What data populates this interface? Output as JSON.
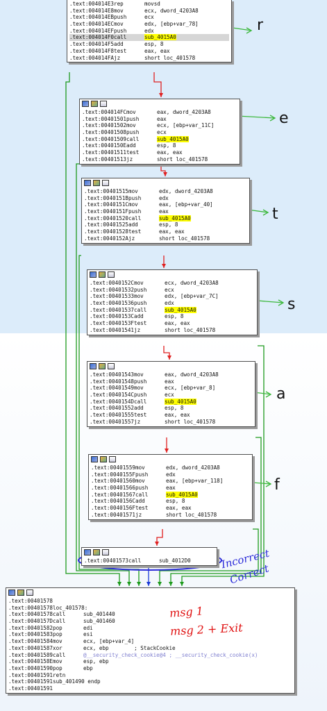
{
  "blocks": [
    {
      "id": "b0",
      "lines": [
        {
          "addr": ".text:004014E3",
          "op": "rep",
          "args": "movsd"
        },
        {
          "addr": ".text:004014E8",
          "op": "mov",
          "args": "ecx, dword_4203A8"
        },
        {
          "addr": ".text:004014EB",
          "op": "push",
          "args": "ecx"
        },
        {
          "addr": ".text:004014EC",
          "op": "mov",
          "args": "edx, [ebp+var_78]"
        },
        {
          "addr": ".text:004014EF",
          "op": "push",
          "args": "edx"
        },
        {
          "addr": ".text:004014F0",
          "op": "call",
          "args": "sub_4015A0"
        },
        {
          "addr": ".text:004014F5",
          "op": "add",
          "args": "esp, 8"
        },
        {
          "addr": ".text:004014F8",
          "op": "test",
          "args": "eax, eax"
        },
        {
          "addr": ".text:004014FA",
          "op": "jz",
          "args": "short loc_401578"
        }
      ],
      "highlight_line": 5,
      "letter": "r"
    },
    {
      "id": "b1",
      "lines": [
        {
          "addr": ".text:004014FC",
          "op": "mov",
          "args": "eax, dword_4203A8"
        },
        {
          "addr": ".text:00401501",
          "op": "push",
          "args": "eax"
        },
        {
          "addr": ".text:00401502",
          "op": "mov",
          "args": "ecx, [ebp+var_11C]"
        },
        {
          "addr": ".text:00401508",
          "op": "push",
          "args": "ecx"
        },
        {
          "addr": ".text:00401509",
          "op": "call",
          "args": "sub_4015A0"
        },
        {
          "addr": ".text:0040150E",
          "op": "add",
          "args": "esp, 8"
        },
        {
          "addr": ".text:00401511",
          "op": "test",
          "args": "eax, eax"
        },
        {
          "addr": ".text:00401513",
          "op": "jz",
          "args": "short loc_401578"
        }
      ],
      "letter": "e"
    },
    {
      "id": "b2",
      "lines": [
        {
          "addr": ".text:00401515",
          "op": "mov",
          "args": "edx, dword_4203A8"
        },
        {
          "addr": ".text:0040151B",
          "op": "push",
          "args": "edx"
        },
        {
          "addr": ".text:0040151C",
          "op": "mov",
          "args": "eax, [ebp+var_40]"
        },
        {
          "addr": ".text:0040151F",
          "op": "push",
          "args": "eax"
        },
        {
          "addr": ".text:00401520",
          "op": "call",
          "args": "sub_4015A0"
        },
        {
          "addr": ".text:00401525",
          "op": "add",
          "args": "esp, 8"
        },
        {
          "addr": ".text:00401528",
          "op": "test",
          "args": "eax, eax"
        },
        {
          "addr": ".text:0040152A",
          "op": "jz",
          "args": "short loc_401578"
        }
      ],
      "letter": "t"
    },
    {
      "id": "b3",
      "lines": [
        {
          "addr": ".text:0040152C",
          "op": "mov",
          "args": "ecx, dword_4203A8"
        },
        {
          "addr": ".text:00401532",
          "op": "push",
          "args": "ecx"
        },
        {
          "addr": ".text:00401533",
          "op": "mov",
          "args": "edx, [ebp+var_7C]"
        },
        {
          "addr": ".text:00401536",
          "op": "push",
          "args": "edx"
        },
        {
          "addr": ".text:00401537",
          "op": "call",
          "args": "sub_4015A0"
        },
        {
          "addr": ".text:0040153C",
          "op": "add",
          "args": "esp, 8"
        },
        {
          "addr": ".text:0040153F",
          "op": "test",
          "args": "eax, eax"
        },
        {
          "addr": ".text:00401541",
          "op": "jz",
          "args": "short loc_401578"
        }
      ],
      "letter": "s"
    },
    {
      "id": "b4",
      "lines": [
        {
          "addr": ".text:00401543",
          "op": "mov",
          "args": "eax, dword_4203A8"
        },
        {
          "addr": ".text:00401548",
          "op": "push",
          "args": "eax"
        },
        {
          "addr": ".text:00401549",
          "op": "mov",
          "args": "ecx, [ebp+var_8]"
        },
        {
          "addr": ".text:0040154C",
          "op": "push",
          "args": "ecx"
        },
        {
          "addr": ".text:0040154D",
          "op": "call",
          "args": "sub_4015A0"
        },
        {
          "addr": ".text:00401552",
          "op": "add",
          "args": "esp, 8"
        },
        {
          "addr": ".text:00401555",
          "op": "test",
          "args": "eax, eax"
        },
        {
          "addr": ".text:00401557",
          "op": "jz",
          "args": "short loc_401578"
        }
      ],
      "letter": "a"
    },
    {
      "id": "b5",
      "lines": [
        {
          "addr": ".text:00401559",
          "op": "mov",
          "args": "edx, dword_4203A8"
        },
        {
          "addr": ".text:0040155F",
          "op": "push",
          "args": "edx"
        },
        {
          "addr": ".text:00401560",
          "op": "mov",
          "args": "eax, [ebp+var_118]"
        },
        {
          "addr": ".text:00401566",
          "op": "push",
          "args": "eax"
        },
        {
          "addr": ".text:00401567",
          "op": "call",
          "args": "sub_4015A0"
        },
        {
          "addr": ".text:0040156C",
          "op": "add",
          "args": "esp, 8"
        },
        {
          "addr": ".text:0040156F",
          "op": "test",
          "args": "eax, eax"
        },
        {
          "addr": ".text:00401571",
          "op": "jz",
          "args": "short loc_401578"
        }
      ],
      "letter": "f"
    },
    {
      "id": "b6",
      "lines": [
        {
          "addr": ".text:00401573",
          "op": "call",
          "args": "sub_4012D0"
        }
      ]
    },
    {
      "id": "b7",
      "lines": [
        {
          "addr": ".text:00401578",
          "op": "",
          "args": ""
        },
        {
          "addr": ".text:00401578",
          "op": "loc_401578:",
          "args": ""
        },
        {
          "addr": ".text:00401578",
          "op": "call",
          "args": "sub_401440"
        },
        {
          "addr": ".text:0040157D",
          "op": "call",
          "args": "sub_401460"
        },
        {
          "addr": ".text:00401582",
          "op": "pop",
          "args": "edi"
        },
        {
          "addr": ".text:00401583",
          "op": "pop",
          "args": "esi"
        },
        {
          "addr": ".text:00401584",
          "op": "mov",
          "args": "ecx, [ebp+var_4]"
        },
        {
          "addr": ".text:00401587",
          "op": "xor",
          "args": "ecx, ebp        ; StackCookie"
        },
        {
          "addr": ".text:00401589",
          "op": "call",
          "args": "@__security_check_cookie@4 ; __security_check_cookie(x)"
        },
        {
          "addr": ".text:0040158E",
          "op": "mov",
          "args": "esp, ebp"
        },
        {
          "addr": ".text:00401590",
          "op": "pop",
          "args": "ebp"
        },
        {
          "addr": ".text:00401591",
          "op": "retn",
          "args": ""
        },
        {
          "addr": ".text:00401591",
          "op": "sub_401490 endp",
          "args": ""
        },
        {
          "addr": ".text:00401591",
          "op": "",
          "args": ""
        }
      ]
    }
  ],
  "annotations": {
    "incorrect": "Incorrect",
    "correct": "Correct",
    "msg1": "msg 1",
    "msg2": "msg 2 + Exit"
  }
}
